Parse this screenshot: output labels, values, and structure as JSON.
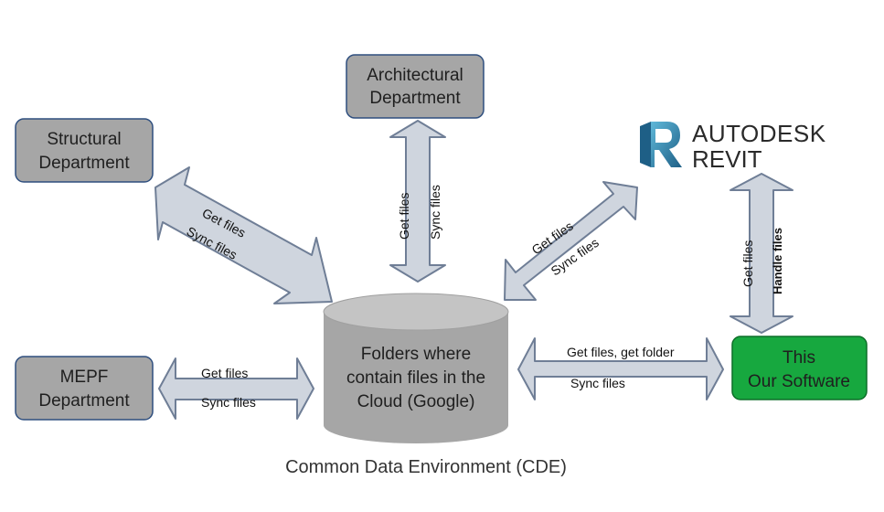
{
  "nodes": {
    "architectural": {
      "line1": "Architectural",
      "line2": "Department"
    },
    "structural": {
      "line1": "Structural",
      "line2": "Department"
    },
    "mepf": {
      "line1": "MEPF",
      "line2": "Department"
    },
    "software": {
      "line1": "This",
      "line2": "Our Software"
    },
    "cloud": {
      "line1": "Folders where",
      "line2": "contain files in the",
      "line3": "Cloud (Google)"
    }
  },
  "revit_logo": {
    "line1": "AUTODESK",
    "line2": "REVIT"
  },
  "edges": {
    "structural_cloud": {
      "get": "Get files",
      "sync": "Sync files"
    },
    "architectural_cloud": {
      "get": "Get files",
      "sync": "Sync files"
    },
    "revit_cloud": {
      "get": "Get files",
      "sync": "Sync files"
    },
    "mepf_cloud": {
      "get": "Get files",
      "sync": "Sync files"
    },
    "software_cloud": {
      "get": "Get files, get folder",
      "sync": "Sync files"
    },
    "revit_software": {
      "get": "Get files",
      "handle": "Handle files"
    }
  },
  "caption": "Common Data Environment (CDE)",
  "colors": {
    "department_fill": "#a6a6a6",
    "department_border": "#2f4f7f",
    "software_fill": "#17a83f",
    "software_border": "#0d6e28",
    "cloud_fill": "#a6a6a6",
    "cloud_top": "#c4c4c4",
    "arrow_fill": "#cfd5de",
    "arrow_stroke": "#6f7e96"
  }
}
